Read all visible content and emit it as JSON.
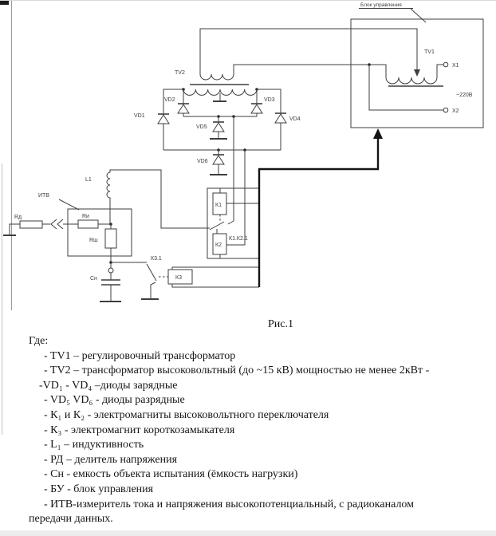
{
  "schematic": {
    "control_unit": {
      "label": "Блок управления",
      "tv1": "TV1",
      "x1": "X1",
      "x2": "X2",
      "voltage": "~220В"
    },
    "components": {
      "tv2": "TV2",
      "vd1": "VD1",
      "vd2": "VD2",
      "vd3": "VD3",
      "vd4": "VD4",
      "vd5": "VD5",
      "vd6": "VD6",
      "l1": "L1",
      "itv": "ИТВ",
      "rd": "Rд",
      "ri": "Rи",
      "rsh": "Rш",
      "cn": "Сн",
      "k1": "К1",
      "k2": "К2",
      "k3": "К3",
      "k1k2_contact": "К1.К2.1",
      "k3_contact": "К3.1"
    }
  },
  "caption": "Рис.1",
  "legend": {
    "intro": "Где:",
    "items": [
      "- TV1 – регулировочный трансформатор",
      "- TV2  – трансформатор высоковольтный (до ~15 кВ) мощностью не менее 2кВт -",
      "-VD₁ - VD₄ –диоды зарядные",
      "- VD₅  VD₆ - диоды разрядные",
      "- К₁ и К₂ - электромагниты высоковольтного переключателя",
      "- К₃ - электромагнит короткозамыкателя",
      "- L₁ – индуктивность",
      "- РД – делитель напряжения",
      "- Сн - емкость объекта испытания (ёмкость нагрузки)",
      "- БУ - блок управления",
      "- ИТВ-измеритель тока и напряжения высокопотенциальный, с радиоканалом",
      "передачи данных."
    ]
  }
}
